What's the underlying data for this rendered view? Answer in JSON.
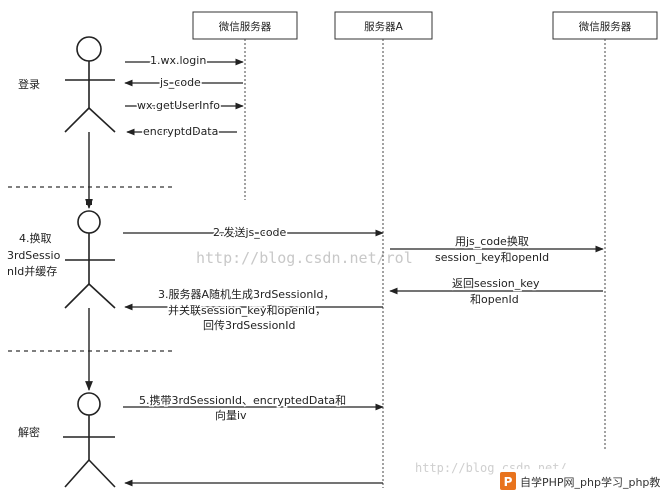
{
  "participants": {
    "wx_server_1": "微信服务器",
    "server_a": "服务器A",
    "wx_server_2": "微信服务器"
  },
  "phases": {
    "login": "登录",
    "exchange": [
      "4.换取",
      "3rdSessio",
      "nId并缓存"
    ],
    "decrypt": "解密"
  },
  "messages": {
    "m1": "1.wx.login",
    "m2": "js_code",
    "m3": "wx.getUserInfo",
    "m4": "encryptdData",
    "m5": "2.发送js_code",
    "m6": [
      "用js_code换取",
      "session_key和openId"
    ],
    "m7": [
      "返回session_key",
      "和openId"
    ],
    "m8": [
      "3.服务器A随机生成3rdSessionId，",
      "并关联session_key和openId，",
      "回传3rdSessionId"
    ],
    "m9": [
      "5.携带3rdSessionId、encryptedData和",
      "向量iv"
    ]
  },
  "watermark": {
    "url": "http://blog.csdn.net/rol",
    "url2": "http://blog.csdn.net/...",
    "footer": "自学PHP网_php学习_php教",
    "footer_icon": "P"
  }
}
